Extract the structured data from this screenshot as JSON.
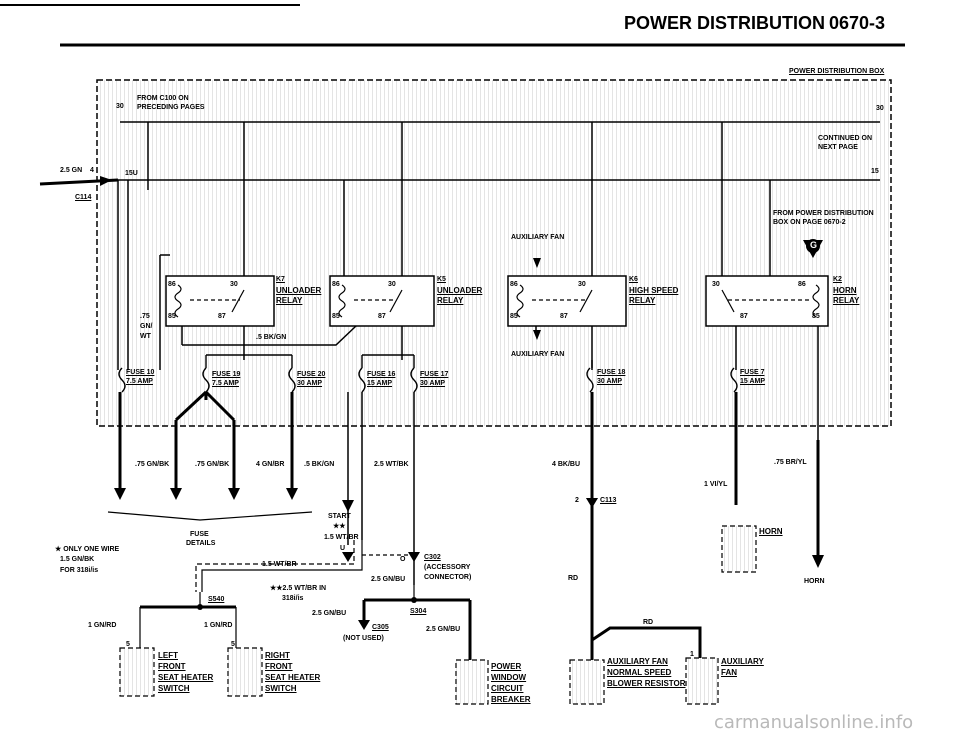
{
  "header": {
    "title": "POWER DISTRIBUTION",
    "page_code": "0670-3"
  },
  "box": {
    "title": "POWER DISTRIBUTION BOX",
    "from_c100": "FROM C100 ON",
    "preceding_pages": "PRECEDING PAGES",
    "term30_left": "30",
    "term30_right": "30",
    "continued": "CONTINUED ON",
    "next_page": "NEXT PAGE",
    "term15_left": "15U",
    "term15_right": "15",
    "from_pdb": "FROM POWER DISTRIBUTION",
    "box_on_page": "BOX ON PAGE 0670-2",
    "g_marker": "G",
    "aux_fan_top": "AUXILIARY FAN",
    "aux_fan_bottom": "AUXILIARY FAN",
    "wire_in": "2.5 GN",
    "wire_in_num": "4",
    "connector_c114": "C114"
  },
  "relays": [
    {
      "id": "K7",
      "name1": "UNLOADER",
      "name2": "RELAY",
      "t86": "86",
      "t30": "30",
      "t85": "85",
      "t87": "87"
    },
    {
      "id": "K5",
      "name1": "UNLOADER",
      "name2": "RELAY",
      "t86": "86",
      "t30": "30",
      "t85": "85",
      "t87": "87"
    },
    {
      "id": "K6",
      "name1": "HIGH SPEED",
      "name2": "RELAY",
      "t86": "86",
      "t30": "30",
      "t85": "85",
      "t87": "87"
    },
    {
      "id": "K2",
      "name1": "HORN",
      "name2": "RELAY",
      "t86": "86",
      "t30": "30",
      "t85": "85",
      "t87": "87"
    }
  ],
  "fuses": [
    {
      "name": "FUSE 10",
      "amp": "7.5 AMP"
    },
    {
      "name": "FUSE 19",
      "amp": "7.5 AMP"
    },
    {
      "name": "FUSE 20",
      "amp": "30 AMP"
    },
    {
      "name": "FUSE 16",
      "amp": "15 AMP"
    },
    {
      "name": "FUSE 17",
      "amp": "30 AMP"
    },
    {
      "name": "FUSE 18",
      "amp": "30 AMP"
    },
    {
      "name": "FUSE 7",
      "amp": "15 AMP"
    }
  ],
  "wires": {
    "w_75gnwt_a": ".75",
    "w_75gnwt_b": "GN/",
    "w_75gnwt_c": "WT",
    "w_5bkgn_top": ".5 BK/GN",
    "w_75gnbk_1": ".75 GN/BK",
    "w_75gnbk_2": ".75 GN/BK",
    "w_4gnbr": "4 GN/BR",
    "w_5bkgn": ".5 BK/GN",
    "w_25wtbk": "2.5 WT/BK",
    "w_4bkbu": "4 BK/BU",
    "w_75bryl": ".75 BR/YL",
    "w_1viyl": "1 VI/YL",
    "start": "START",
    "start_stars": "★★",
    "w_15wtbr": "1.5 WT/BR",
    "w_15wtbr2": "1.5 WT/BR",
    "u_label": "U",
    "o_label": "O",
    "c302": "C302",
    "accessory": "(ACCESSORY",
    "connector": "CONNECTOR)",
    "w_25gnbu": "2.5 GN/BU",
    "w_25wtbr_in": "★★2.5 WT/BR IN",
    "w_318": "318i/is",
    "s540": "S540",
    "s304": "S304",
    "w_25gnbu2": "2.5 GN/BU",
    "w_25gnbu3": "2.5 GN/BU",
    "c305": "C305",
    "not_used": "(NOT USED)",
    "w_1gnrd_l": "1 GN/RD",
    "w_1gnrd_r": "1 GN/RD",
    "c113": "C113",
    "c113_num": "2",
    "rd1": "RD",
    "rd2": "RD"
  },
  "notes": {
    "fuse_details_1": "FUSE",
    "fuse_details_2": "DETAILS",
    "only_one_1": "★ ONLY ONE WIRE",
    "only_one_2": "1.5 GN/BK",
    "only_one_3": "FOR 318i/is"
  },
  "components": {
    "left_seat": [
      "LEFT",
      "FRONT",
      "SEAT HEATER",
      "SWITCH"
    ],
    "right_seat": [
      "RIGHT",
      "FRONT",
      "SEAT HEATER",
      "SWITCH"
    ],
    "power_window": [
      "POWER",
      "WINDOW",
      "CIRCUIT",
      "BREAKER"
    ],
    "aux_fan_resistor": [
      "AUXILIARY FAN",
      "NORMAL SPEED",
      "BLOWER RESISTOR"
    ],
    "aux_fan": [
      "AUXILIARY",
      "FAN"
    ],
    "horn_box": "HORN",
    "horn_label": "HORN",
    "pin_left_seat": "5",
    "pin_right_seat": "5",
    "pin_aux": "1"
  },
  "watermark": "carmanualsonline.info"
}
